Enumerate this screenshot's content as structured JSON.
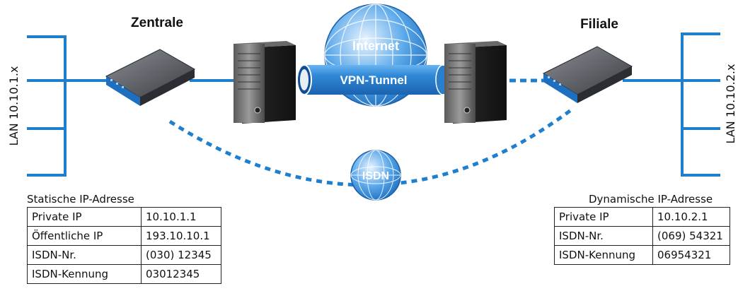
{
  "labels": {
    "zentrale": "Zentrale",
    "filiale": "Filiale",
    "internet": "Internet",
    "vpn_tunnel": "VPN-Tunnel",
    "isdn": "ISDN",
    "lan_left": "LAN 10.10.1.x",
    "lan_right": "LAN 10.10.2.x"
  },
  "left_table": {
    "caption": "Statische IP-Adresse",
    "rows": [
      {
        "key": "Private IP",
        "value": "10.10.1.1"
      },
      {
        "key": "Öffentliche IP",
        "value": "193.10.10.1"
      },
      {
        "key": "ISDN-Nr.",
        "value": "(030) 12345"
      },
      {
        "key": "ISDN-Kennung",
        "value": "03012345"
      }
    ]
  },
  "right_table": {
    "caption": "Dynamische IP-Adresse",
    "rows": [
      {
        "key": "Private IP",
        "value": "10.10.2.1"
      },
      {
        "key": "ISDN-Nr.",
        "value": "(069) 54321"
      },
      {
        "key": "ISDN-Kennung",
        "value": "06954321"
      }
    ]
  },
  "colors": {
    "line": "#1e7fcf",
    "globe": "#3b95e0",
    "tunnel": "#2a86d8",
    "server": "#3a3a3a",
    "router": "#4a4d52"
  }
}
